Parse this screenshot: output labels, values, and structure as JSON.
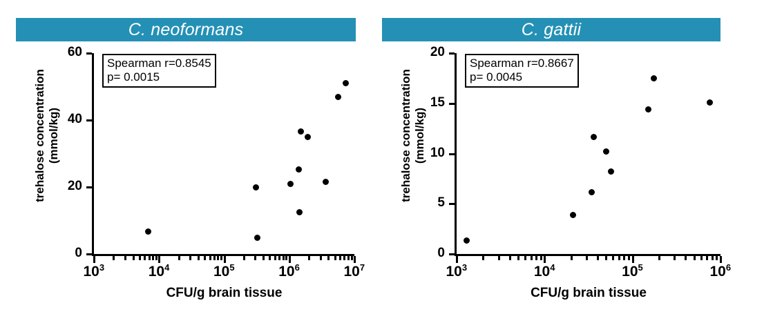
{
  "figure": {
    "axis_title_x": "CFU/g brain tissue",
    "axis_title_y_line1": "trehalose concentration",
    "axis_title_y_line2": "(mmol/kg)",
    "header_color": "#2490b5",
    "point_color": "#000000"
  },
  "panels": [
    {
      "id": "c-neoformans",
      "title": "C. neoformans",
      "stat_line1": "Spearman r=0.8545",
      "stat_line2": "p= 0.0015",
      "spearman_r": 0.8545,
      "p_value": 0.0015
    },
    {
      "id": "c-gattii",
      "title": "C. gattii",
      "stat_line1": "Spearman r=0.8667",
      "stat_line2": "p= 0.0045",
      "spearman_r": 0.8667,
      "p_value": 0.0045
    }
  ],
  "chart_data": [
    {
      "type": "scatter",
      "title": "C. neoformans",
      "xlabel": "CFU/g brain tissue",
      "ylabel": "trehalose concentration (mmol/kg)",
      "xscale": "log",
      "xlim": [
        1000,
        10000000
      ],
      "ylim": [
        0,
        60
      ],
      "xticks": [
        1000,
        10000,
        100000,
        1000000,
        10000000
      ],
      "xticklabels": [
        "10^3",
        "10^4",
        "10^5",
        "10^6",
        "10^7"
      ],
      "yticks": [
        0,
        20,
        40,
        60
      ],
      "yticklabels": [
        "0",
        "20",
        "40",
        "60"
      ],
      "grid": false,
      "legend": false,
      "annotation": "Spearman r=0.8545\np= 0.0015",
      "points": [
        {
          "x": 6800,
          "y": 6.7
        },
        {
          "x": 310000,
          "y": 20.0
        },
        {
          "x": 320000,
          "y": 4.8
        },
        {
          "x": 1050000,
          "y": 21.0
        },
        {
          "x": 1400000,
          "y": 25.3
        },
        {
          "x": 1450000,
          "y": 12.4
        },
        {
          "x": 1500000,
          "y": 36.7
        },
        {
          "x": 1900000,
          "y": 35.0
        },
        {
          "x": 3600000,
          "y": 21.5
        },
        {
          "x": 5700000,
          "y": 47.0
        },
        {
          "x": 7300000,
          "y": 51.0
        }
      ]
    },
    {
      "type": "scatter",
      "title": "C. gattii",
      "xlabel": "CFU/g brain tissue",
      "ylabel": "trehalose concentration (mmol/kg)",
      "xscale": "log",
      "xlim": [
        1000,
        1000000
      ],
      "ylim": [
        0,
        20
      ],
      "xticks": [
        1000,
        10000,
        100000,
        1000000
      ],
      "xticklabels": [
        "10^3",
        "10^4",
        "10^5",
        "10^6"
      ],
      "yticks": [
        0,
        5,
        10,
        15,
        20
      ],
      "yticklabels": [
        "0",
        "5",
        "10",
        "15",
        "20"
      ],
      "grid": false,
      "legend": false,
      "annotation": "Spearman r=0.8667\np= 0.0045",
      "points": [
        {
          "x": 1300,
          "y": 1.35
        },
        {
          "x": 21000,
          "y": 3.9
        },
        {
          "x": 34000,
          "y": 6.15
        },
        {
          "x": 36000,
          "y": 11.65
        },
        {
          "x": 50000,
          "y": 10.2
        },
        {
          "x": 57000,
          "y": 8.2
        },
        {
          "x": 150000,
          "y": 14.4
        },
        {
          "x": 175000,
          "y": 17.5
        },
        {
          "x": 760000,
          "y": 15.1
        }
      ]
    }
  ]
}
